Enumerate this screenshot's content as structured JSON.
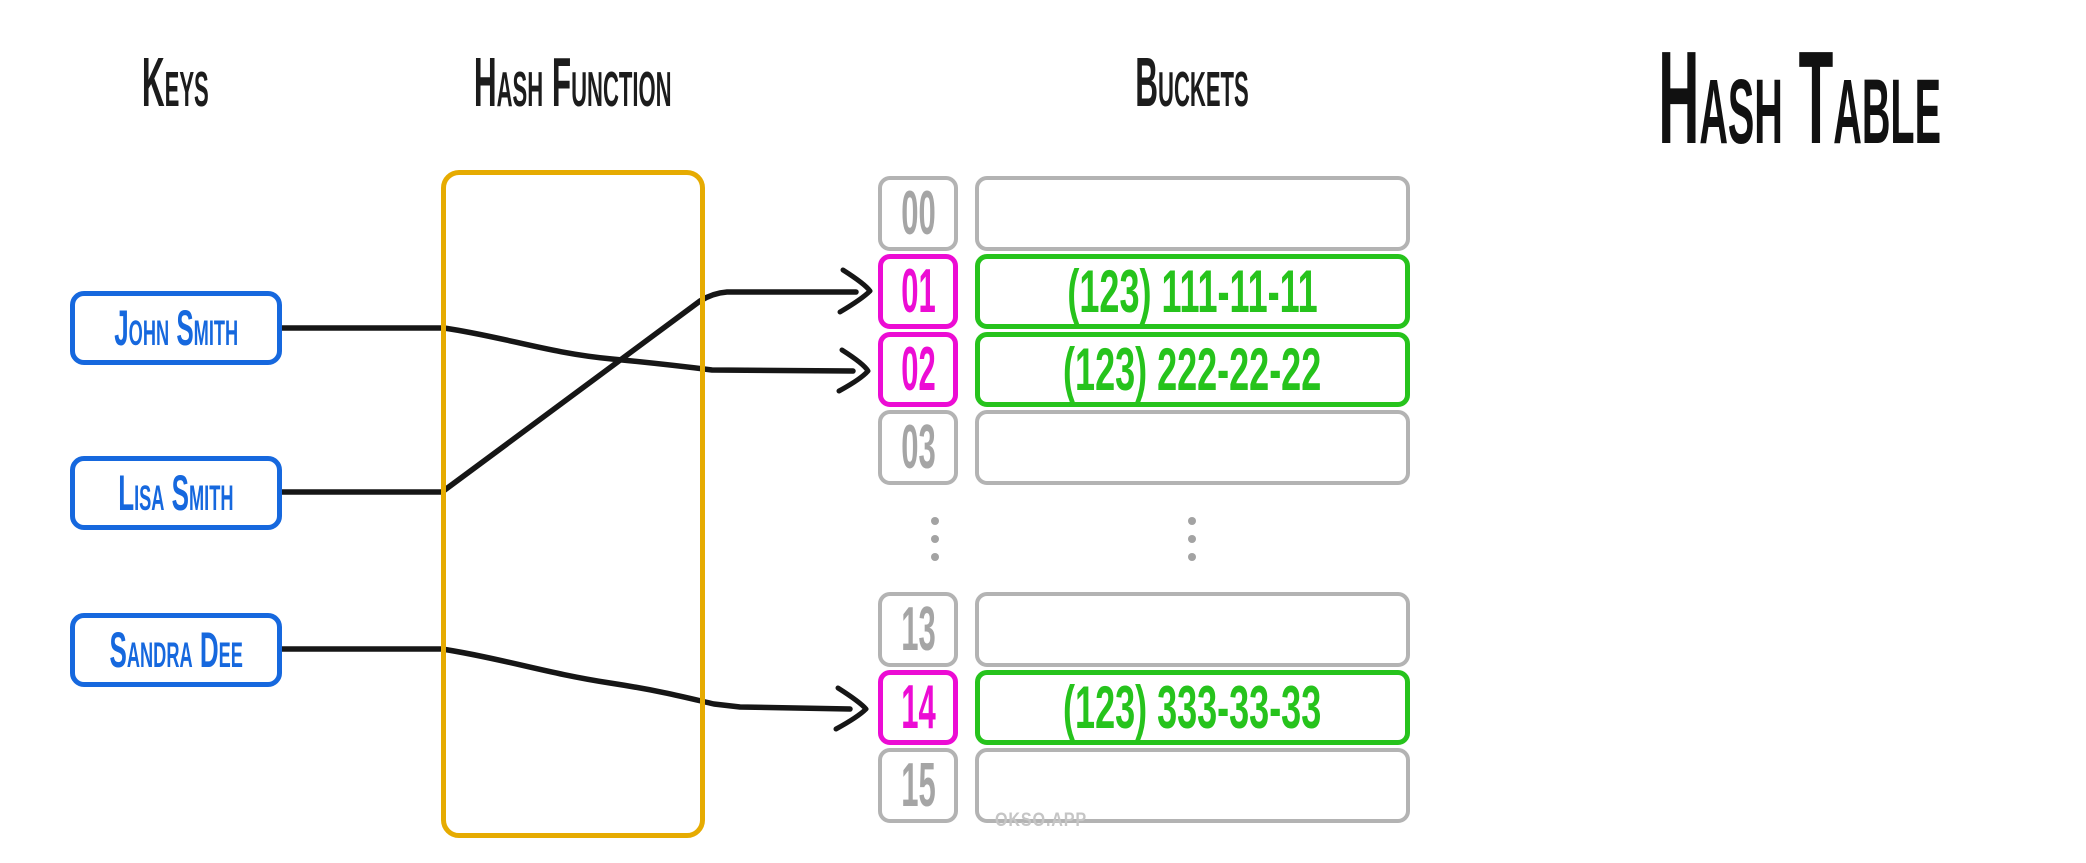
{
  "title": "Hash Table",
  "headers": {
    "keys": "Keys",
    "hash_function": "Hash Function",
    "buckets": "Buckets"
  },
  "keys": [
    {
      "label": "John Smith"
    },
    {
      "label": "Lisa Smith"
    },
    {
      "label": "Sandra Dee"
    }
  ],
  "buckets": {
    "top": [
      {
        "index": "00",
        "value": "",
        "highlighted": false
      },
      {
        "index": "01",
        "value": "(123) 111-11-11",
        "highlighted": true
      },
      {
        "index": "02",
        "value": "(123) 222-22-22",
        "highlighted": true
      },
      {
        "index": "03",
        "value": "",
        "highlighted": false
      }
    ],
    "bottom": [
      {
        "index": "13",
        "value": "",
        "highlighted": false
      },
      {
        "index": "14",
        "value": "(123) 333-33-33",
        "highlighted": true
      },
      {
        "index": "15",
        "value": "",
        "highlighted": false
      }
    ]
  },
  "connections": [
    {
      "from": "John Smith",
      "to_bucket": "02"
    },
    {
      "from": "Lisa Smith",
      "to_bucket": "01"
    },
    {
      "from": "Sandra Dee",
      "to_bucket": "14"
    }
  ],
  "watermark": "OKSO.APP",
  "colors": {
    "key_blue": "#1668de",
    "hash_yellow": "#e6ab01",
    "bucket_magenta": "#ec0cd4",
    "value_green": "#26c31c",
    "box_gray": "#b3b3b3",
    "line_black": "#161616"
  }
}
